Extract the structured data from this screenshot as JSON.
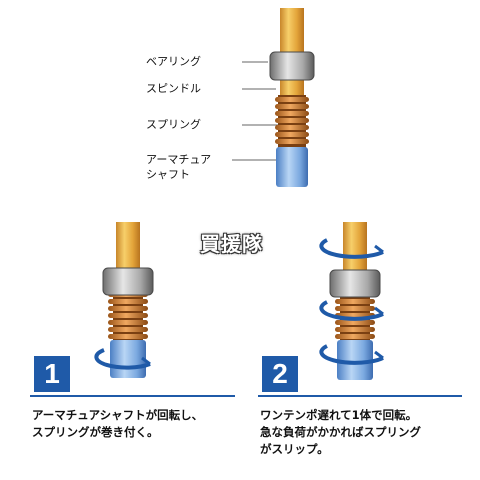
{
  "labels": {
    "bearing": "ベアリング",
    "spindle": "スピンドル",
    "spring": "スプリング",
    "armature_line1": "アーマチュア",
    "armature_line2": "シャフト"
  },
  "watermark": "買援隊",
  "steps": [
    {
      "number": "1",
      "caption_line1": "アーマチュアシャフトが回転し、",
      "caption_line2": "スプリングが巻き付く。"
    },
    {
      "number": "2",
      "caption_line1": "ワンテンポ遅れて1体で回転。",
      "caption_line2": "急な負荷がかかればスプリング",
      "caption_line3": "がスリップ。"
    }
  ],
  "colors": {
    "shaft": "#e8a93a",
    "spring": "#c77a2a",
    "bearing": "#9a9a9a",
    "armature": "#6f9fd8",
    "accent": "#1f5aa8"
  }
}
